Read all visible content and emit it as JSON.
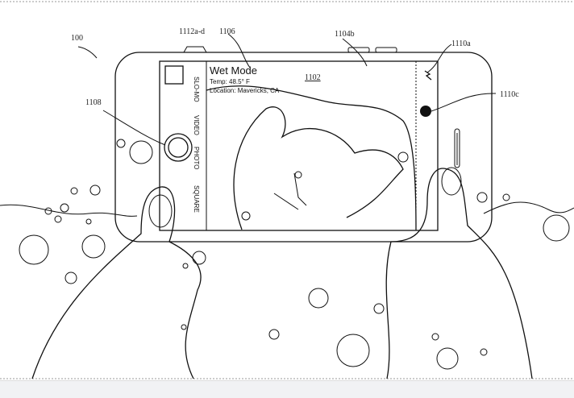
{
  "figure": {
    "reference_numerals": {
      "device": "100",
      "buttons": "1112a-d",
      "mode_label": "1106",
      "display": "1104b",
      "flash_icon": "1110a",
      "shutter_control": "1110c",
      "shutter_button": "1108",
      "preview": "1102"
    },
    "screen": {
      "mode_title": "Wet Mode",
      "temperature": "Temp: 48.5° F",
      "location": "Location: Mavericks, CA"
    },
    "camera_modes": [
      "SLO-MO",
      "VIDEO",
      "PHOTO",
      "SQUARE"
    ]
  }
}
